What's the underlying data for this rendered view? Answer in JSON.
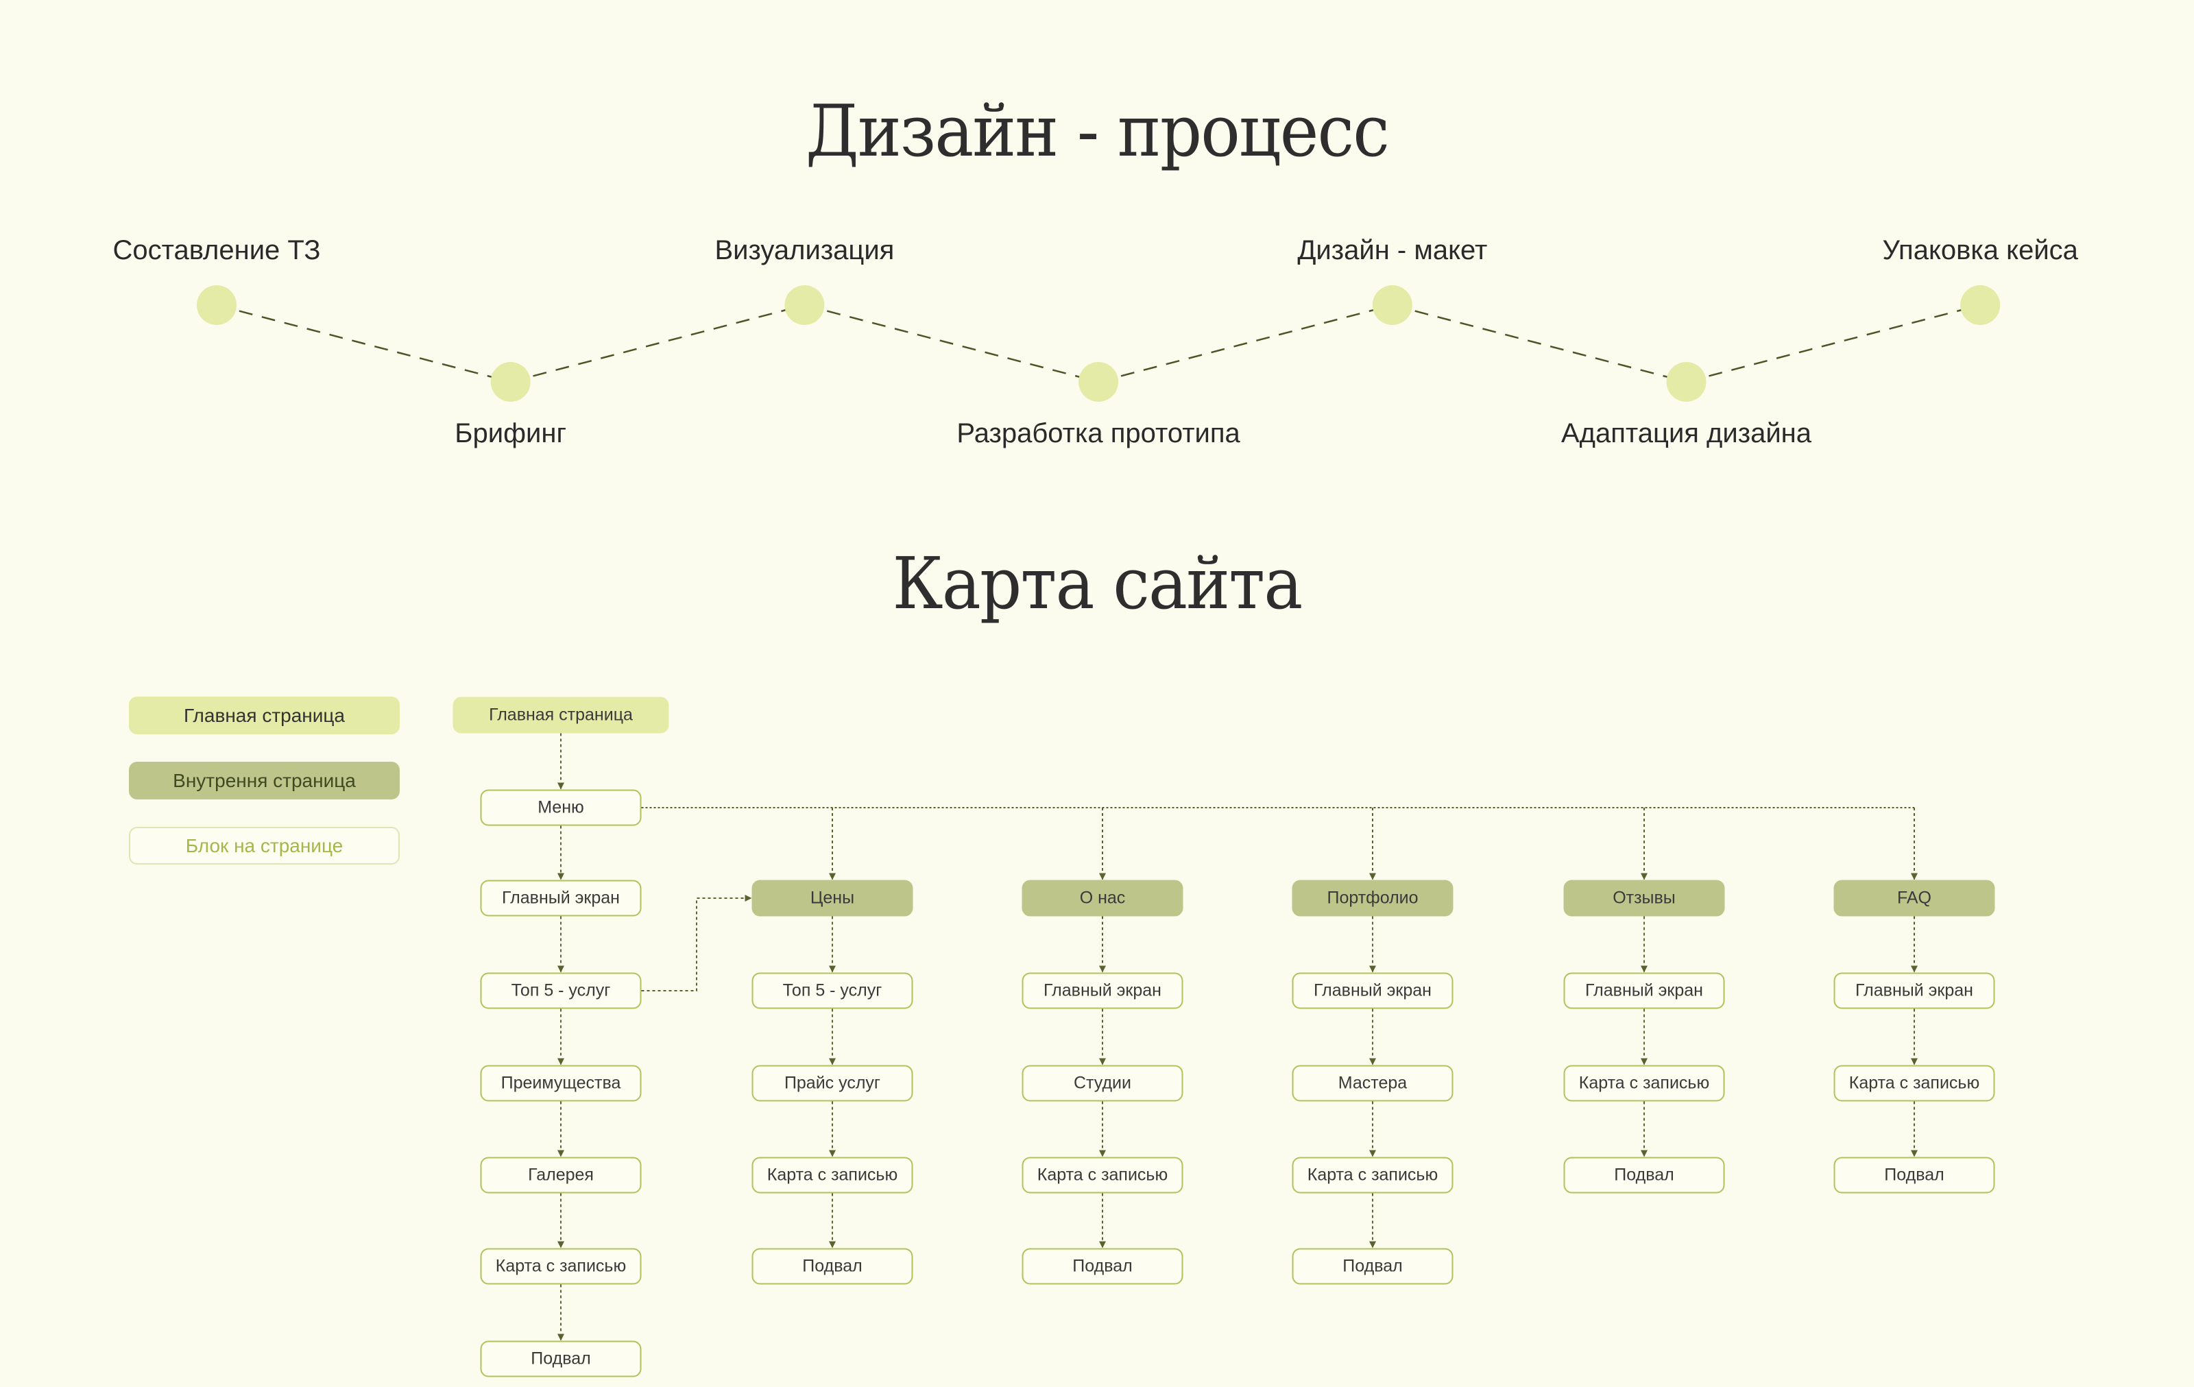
{
  "process": {
    "title": "Дизайн - процесс",
    "steps": [
      {
        "label": "Составление ТЗ",
        "position": "top"
      },
      {
        "label": "Брифинг",
        "position": "bottom"
      },
      {
        "label": "Визуализация",
        "position": "top"
      },
      {
        "label": "Разработка прототипа",
        "position": "bottom"
      },
      {
        "label": "Дизайн - макет",
        "position": "top"
      },
      {
        "label": "Адаптация дизайна",
        "position": "bottom"
      },
      {
        "label": "Упаковка кейса",
        "position": "top"
      }
    ],
    "dot_color": "#e3eba6",
    "line_color": "#4c5526"
  },
  "sitemap": {
    "title": "Карта сайта",
    "legend": [
      {
        "label": "Главная страница",
        "type": "main"
      },
      {
        "label": "Внутрення страница",
        "type": "inner"
      },
      {
        "label": "Блок на странице",
        "type": "block"
      }
    ],
    "root": {
      "label": "Главная страница",
      "type": "main"
    },
    "menu": {
      "label": "Меню",
      "type": "block"
    },
    "main_column": [
      {
        "label": "Главный экран"
      },
      {
        "label": "Топ 5 - услуг"
      },
      {
        "label": "Преимущества"
      },
      {
        "label": "Галерея"
      },
      {
        "label": "Карта с записью"
      },
      {
        "label": "Подвал"
      }
    ],
    "pages": [
      {
        "label": "Цены",
        "blocks": [
          "Топ 5 - услуг",
          "Прайс услуг",
          "Карта с записью",
          "Подвал"
        ]
      },
      {
        "label": "О нас",
        "blocks": [
          "Главный экран",
          "Студии",
          "Карта с записью",
          "Подвал"
        ]
      },
      {
        "label": "Портфолио",
        "blocks": [
          "Главный экран",
          "Мастера",
          "Карта с записью",
          "Подвал"
        ]
      },
      {
        "label": "Отзывы",
        "blocks": [
          "Главный экран",
          "Карта с записью",
          "Подвал"
        ]
      },
      {
        "label": "FAQ",
        "blocks": [
          "Главный экран",
          "Карта с записью",
          "Подвал"
        ]
      }
    ],
    "colors": {
      "main": "#e3eba6",
      "inner": "#bec58a",
      "block_border": "#afc35a",
      "connector": "#5a6330"
    }
  }
}
